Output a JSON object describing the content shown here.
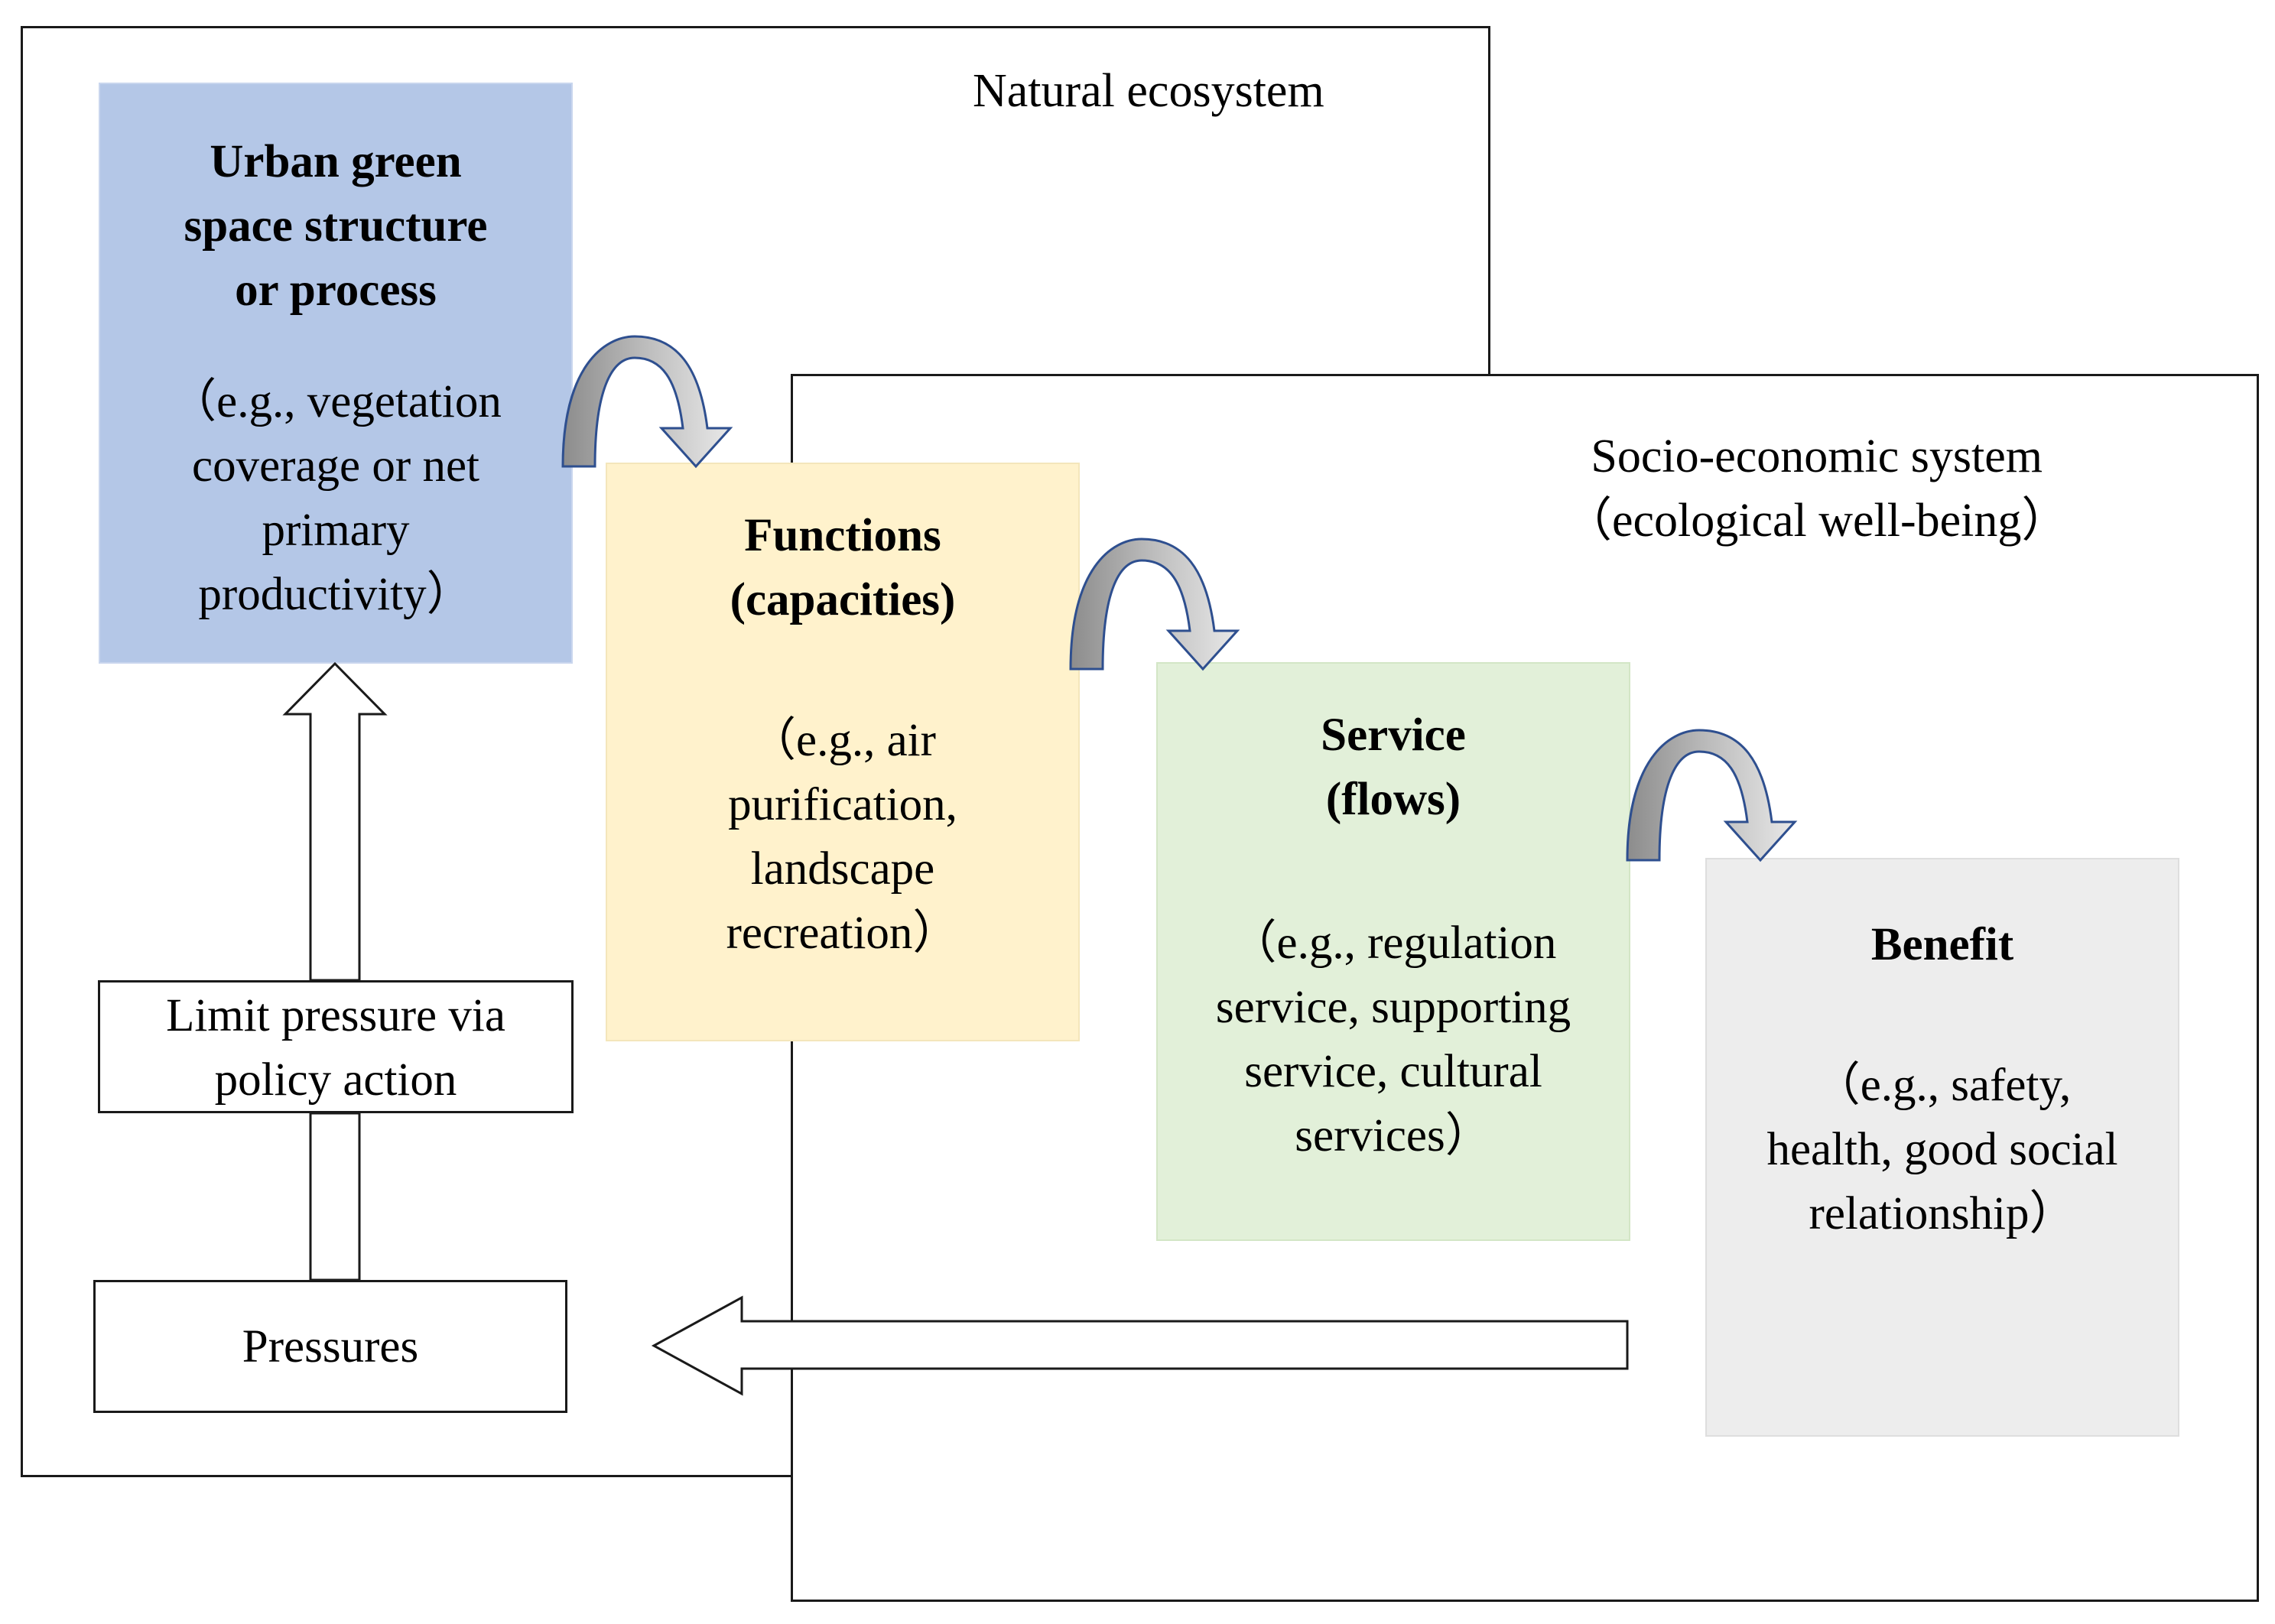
{
  "natural_ecosystem": {
    "title": "Natural ecosystem"
  },
  "socio_economic_system": {
    "title": "Socio-economic system",
    "subtitle": "（ecological well-being）"
  },
  "structure_box": {
    "heading": [
      "Urban green",
      "space structure",
      "or process"
    ],
    "example": [
      "（e.g., vegetation",
      "coverage or net",
      "primary",
      "productivity）"
    ],
    "color": "#b4c7e7"
  },
  "functions_box": {
    "heading": [
      "Functions",
      "(capacities)"
    ],
    "example": [
      "（e.g., air",
      "purification,",
      "landscape",
      "recreation）"
    ],
    "color": "#fff2cc"
  },
  "service_box": {
    "heading": [
      "Service",
      "(flows)"
    ],
    "example": [
      "（e.g., regulation",
      "service, supporting",
      "service, cultural",
      "services）"
    ],
    "color": "#e2f0d9"
  },
  "benefit_box": {
    "heading": [
      "Benefit"
    ],
    "example": [
      "（e.g., safety,",
      "health, good social",
      "relationship）"
    ],
    "color": "#ededed"
  },
  "policy_box": {
    "lines": [
      "Limit pressure via",
      "policy action"
    ]
  },
  "pressures_box": {
    "label": "Pressures"
  }
}
